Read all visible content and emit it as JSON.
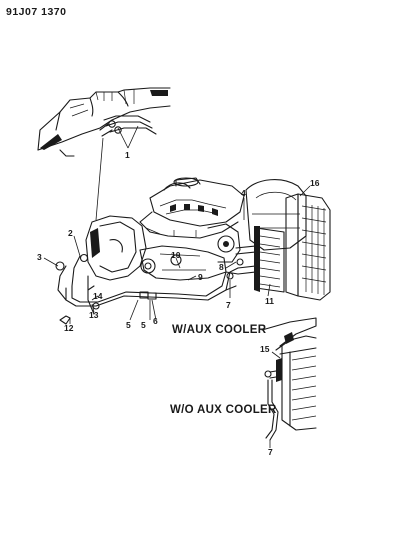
{
  "document_id": "91J07 1370",
  "callouts": [
    "1",
    "2",
    "3",
    "4",
    "5",
    "5",
    "6",
    "7",
    "7",
    "8",
    "9",
    "10",
    "11",
    "12",
    "13",
    "14",
    "15",
    "16"
  ],
  "captions": {
    "with_aux": "W/AUX COOLER",
    "without_aux": "W/O AUX COOLER"
  }
}
